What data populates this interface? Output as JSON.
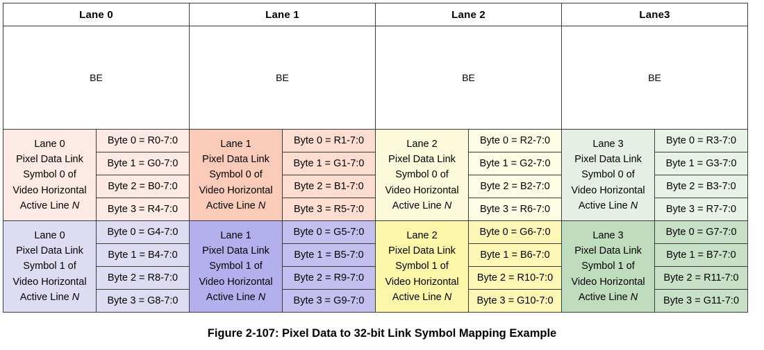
{
  "figure": {
    "caption": "Figure 2-107: Pixel Data to 32-bit Link Symbol Mapping Example"
  },
  "table": {
    "headers": [
      {
        "label": "Lane 0"
      },
      {
        "label": "Lane 1"
      },
      {
        "label": "Lane 2"
      },
      {
        "label": "Lane3"
      }
    ],
    "be_row": {
      "cells": [
        "BE",
        "BE",
        "BE",
        "BE"
      ]
    },
    "symbol_rows": [
      {
        "symbol": "0",
        "lanes": [
          {
            "label_lines": [
              "Lane 0",
              "Pixel Data Link",
              "Symbol 0 of",
              "Video Horizontal",
              "Active Line "
            ],
            "label_italic": "N",
            "bytes": [
              "Byte 0 = R0-7:0",
              "Byte 1 = G0-7:0",
              "Byte 2 = B0-7:0",
              "Byte 3 = R4-7:0"
            ]
          },
          {
            "label_lines": [
              "Lane 1",
              "Pixel Data Link",
              "Symbol 0 of",
              "Video Horizontal",
              "Active Line "
            ],
            "label_italic": "N",
            "bytes": [
              "Byte 0 = R1-7:0",
              "Byte 1 = G1-7:0",
              "Byte 2 = B1-7:0",
              "Byte 3 = R5-7:0"
            ]
          },
          {
            "label_lines": [
              "Lane 2",
              "Pixel Data Link",
              "Symbol 0 of",
              "Video Horizontal",
              "Active Line "
            ],
            "label_italic": "N",
            "bytes": [
              "Byte 0 = R2-7:0",
              "Byte 1 = G2-7:0",
              "Byte 2 = B2-7:0",
              "Byte 3 = R6-7:0"
            ]
          },
          {
            "label_lines": [
              "Lane 3",
              "Pixel Data Link",
              "Symbol 0 of",
              "Video Horizontal",
              "Active Line "
            ],
            "label_italic": "N",
            "bytes": [
              "Byte 0 = R3-7:0",
              "Byte 1 = G3-7:0",
              "Byte 2 = B3-7:0",
              "Byte 3 = R7-7:0"
            ]
          }
        ]
      },
      {
        "symbol": "1",
        "lanes": [
          {
            "label_lines": [
              "Lane 0",
              "Pixel Data Link",
              "Symbol 1 of",
              "Video Horizontal",
              "Active Line "
            ],
            "label_italic": "N",
            "bytes": [
              "Byte 0 = G4-7:0",
              "Byte 1 = B4-7:0",
              "Byte 2 = R8-7:0",
              "Byte 3 = G8-7:0"
            ]
          },
          {
            "label_lines": [
              "Lane 1",
              "Pixel Data Link",
              "Symbol 1 of",
              "Video Horizontal",
              "Active Line "
            ],
            "label_italic": "N",
            "bytes": [
              "Byte 0 = G5-7:0",
              "Byte 1 = B5-7:0",
              "Byte 2 = R9-7:0",
              "Byte 3 = G9-7:0"
            ]
          },
          {
            "label_lines": [
              "Lane 2",
              "Pixel Data Link",
              "Symbol 1 of",
              "Video Horizontal",
              "Active Line "
            ],
            "label_italic": "N",
            "bytes": [
              "Byte 0 = G6-7:0",
              "Byte 1 = B6-7:0",
              "Byte 2 = R10-7:0",
              "Byte 3 = G10-7:0"
            ]
          },
          {
            "label_lines": [
              "Lane 3",
              "Pixel Data Link",
              "Symbol 1 of",
              "Video Horizontal",
              "Active Line "
            ],
            "label_italic": "N",
            "bytes": [
              "Byte 0 = G7-7:0",
              "Byte 1 = B7-7:0",
              "Byte 2 = R11-7:0",
              "Byte 3 = G11-7:0"
            ]
          }
        ]
      }
    ]
  },
  "colors": {
    "lane0_symbol0": "#fdeae4",
    "lane0_symbol1": "#dedcf2",
    "lane1_symbol0": "#f9cbb8",
    "lane1_symbol1": "#b4b0ee",
    "lane2_symbol0": "#fbfada",
    "lane2_symbol1": "#fbf6a8",
    "lane3_symbol0": "#e6efe4",
    "lane3_symbol1": "#bfdcbd",
    "border": "#3a3a3a",
    "background": "#ffffff"
  }
}
